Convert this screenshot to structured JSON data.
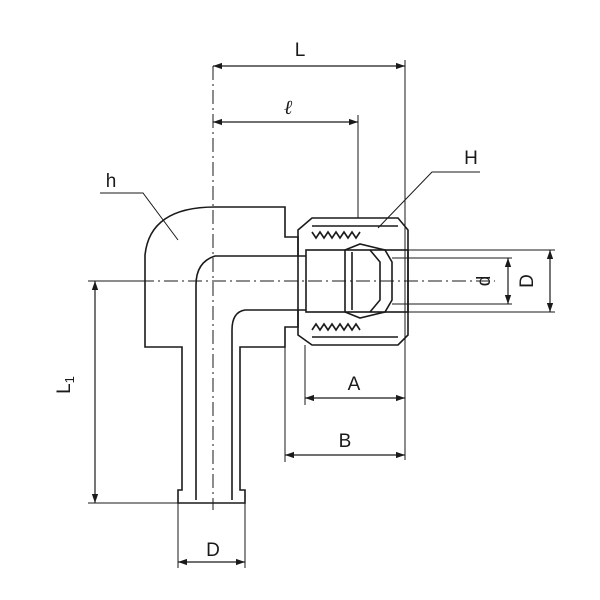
{
  "diagram": {
    "labels": {
      "L": "L",
      "l": "ℓ",
      "H": "H",
      "h": "h",
      "d": "d",
      "D_right": "D",
      "A": "A",
      "B": "B",
      "L1_main": "L",
      "L1_sub": "1",
      "D_bottom": "D"
    },
    "colors": {
      "body_fill": "#e6e6e6",
      "line": "#1a1a1a",
      "background": "#ffffff"
    }
  }
}
